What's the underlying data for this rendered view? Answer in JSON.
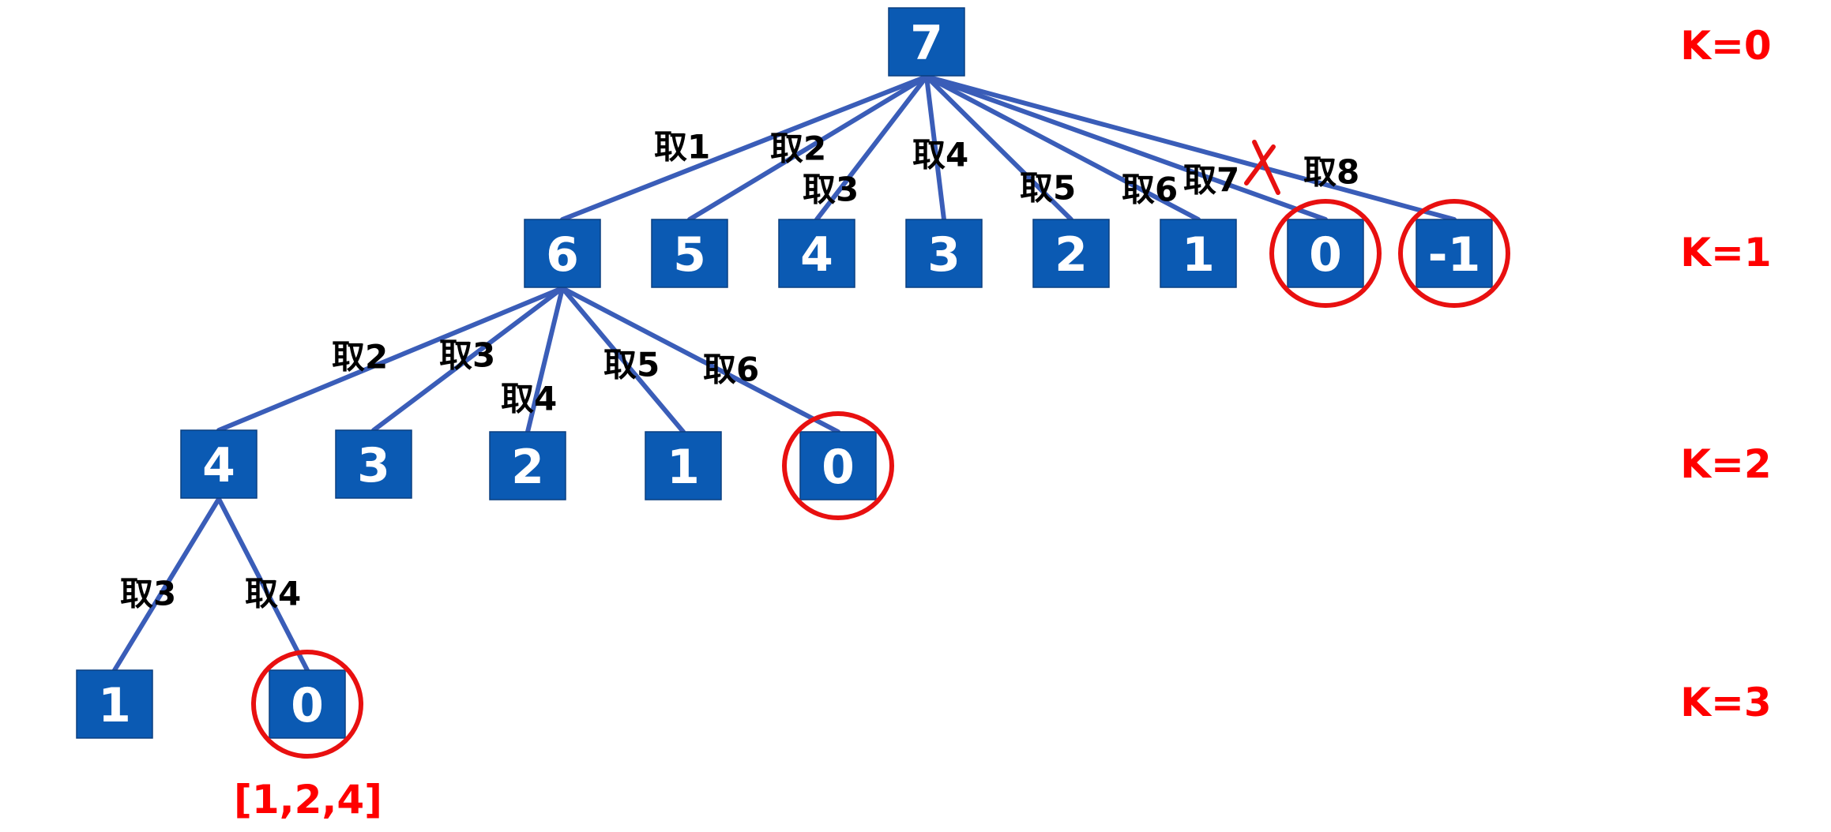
{
  "nodes": [
    {
      "id": "r",
      "label": "7"
    },
    {
      "id": "a1",
      "label": "6"
    },
    {
      "id": "a2",
      "label": "5"
    },
    {
      "id": "a3",
      "label": "4"
    },
    {
      "id": "a4",
      "label": "3"
    },
    {
      "id": "a5",
      "label": "2"
    },
    {
      "id": "a6",
      "label": "1"
    },
    {
      "id": "a7",
      "label": "0"
    },
    {
      "id": "a8",
      "label": "-1"
    },
    {
      "id": "b1",
      "label": "4"
    },
    {
      "id": "b2",
      "label": "3"
    },
    {
      "id": "b3",
      "label": "2"
    },
    {
      "id": "b4",
      "label": "1"
    },
    {
      "id": "b5",
      "label": "0"
    },
    {
      "id": "c1",
      "label": "1"
    },
    {
      "id": "c2",
      "label": "0"
    }
  ],
  "edges": [
    {
      "from": "r",
      "to": "a1",
      "label": "取1"
    },
    {
      "from": "r",
      "to": "a2",
      "label": "取2"
    },
    {
      "from": "r",
      "to": "a3",
      "label": "取3"
    },
    {
      "from": "r",
      "to": "a4",
      "label": "取4"
    },
    {
      "from": "r",
      "to": "a5",
      "label": "取5"
    },
    {
      "from": "r",
      "to": "a6",
      "label": "取6"
    },
    {
      "from": "r",
      "to": "a7",
      "label": "取7"
    },
    {
      "from": "r",
      "to": "a8",
      "label": "取8"
    },
    {
      "from": "a1",
      "to": "b1",
      "label": "取2"
    },
    {
      "from": "a1",
      "to": "b2",
      "label": "取3"
    },
    {
      "from": "a1",
      "to": "b3",
      "label": "取4"
    },
    {
      "from": "a1",
      "to": "b4",
      "label": "取5"
    },
    {
      "from": "a1",
      "to": "b5",
      "label": "取6"
    },
    {
      "from": "b1",
      "to": "c1",
      "label": "取3"
    },
    {
      "from": "b1",
      "to": "c2",
      "label": "取4"
    }
  ],
  "circled_nodes": [
    "a7",
    "a8",
    "b5",
    "c2"
  ],
  "crossed_edge": "r-a8",
  "levels": [
    "K=0",
    "K=1",
    "K=2",
    "K=3"
  ],
  "result": "[1,2,4]",
  "colors": {
    "node_fill": "#0b5ab3",
    "edge": "#3a5db8",
    "highlight": "#ff0000"
  }
}
